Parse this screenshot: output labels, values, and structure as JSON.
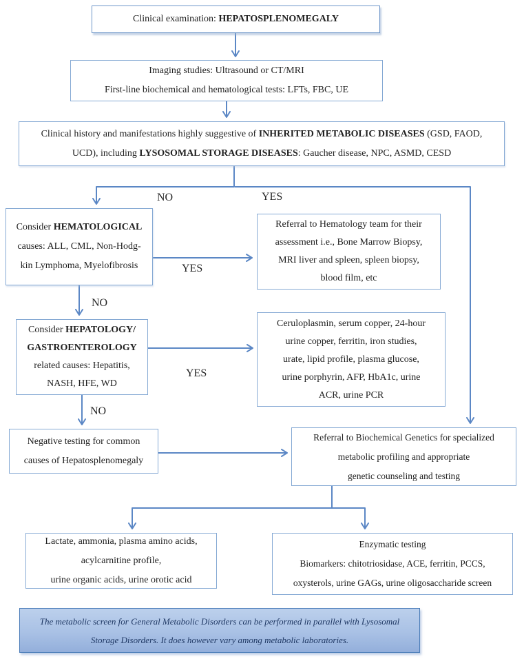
{
  "title": "Hepatosplenomegaly diagnostic flowchart",
  "colors": {
    "connector_line": "#5b87c5",
    "box_border": "#85a9d4",
    "title_box_border": "#6b94c8",
    "text": "#212121",
    "note_border": "#4a7cb8",
    "note_background_top": "#bcd0ec",
    "note_background_bottom": "#93afdb",
    "note_text": "#1f3864"
  },
  "labels": {
    "branch_no": "NO",
    "branch_yes": "YES",
    "hematology_yes": "YES",
    "hematology_no": "NO",
    "hepatology_yes": "YES",
    "hepatology_no": "NO"
  },
  "nodes": {
    "clinical_exam": {
      "prefix": "Clinical examination: ",
      "bold": "HEPATOSPLENOMEGALY"
    },
    "imaging": {
      "l1": "Imaging studies: Ultrasound or CT/MRI",
      "l2": "First-line biochemical and hematological tests: LFTs, FBC, UE"
    },
    "history": {
      "l1a": "Clinical history and manifestations highly suggestive of ",
      "l1b": "INHERITED METABOLIC DISEASES",
      "l1c": " (GSD, FAOD,",
      "l2a": "UCD), including ",
      "l2b": "LYSOSOMAL STORAGE DISEASES",
      "l2c": ": Gaucher disease, NPC, ASMD, CESD"
    },
    "hematological": {
      "l1a": "Consider ",
      "l1b": "HEMATOLOGICAL",
      "l2": "causes: ALL, CML, Non-Hodg-",
      "l3": "kin Lymphoma, Myelofibrosis"
    },
    "hematology_referral": {
      "l1": "Referral to Hematology team for their",
      "l2": "assessment i.e., Bone Marrow Biopsy,",
      "l3": "MRI liver and spleen, spleen biopsy,",
      "l4": "blood film, etc"
    },
    "hepatology": {
      "l1a": "Consider ",
      "l1b": "HEPATOLOGY/",
      "l2b": "GASTROENTEROLOGY",
      "l3": "related causes: Hepatitis,",
      "l4": "NASH, HFE, WD"
    },
    "biochem_tests": {
      "l1": "Ceruloplasmin, serum copper, 24-hour",
      "l2": "urine copper, ferritin, iron studies,",
      "l3": "urate, lipid profile, plasma glucose,",
      "l4": "urine porphyrin, AFP, HbA1c, urine",
      "l5": "ACR, urine PCR"
    },
    "negative_testing": {
      "l1": "Negative testing for common",
      "l2": "causes of Hepatosplenomegaly"
    },
    "genetics_referral": {
      "l1": "Referral to Biochemical Genetics for specialized",
      "l2": "metabolic profiling and appropriate",
      "l3": "genetic counseling and testing"
    },
    "metabolic_screen": {
      "l1": "Lactate, ammonia, plasma amino acids,",
      "l2": "acylcarnitine profile,",
      "l3": "urine organic acids, urine orotic acid"
    },
    "enzymatic_testing": {
      "l1": "Enzymatic testing",
      "l2": "Biomarkers: chitotriosidase, ACE, ferritin, PCCS,",
      "l3": "oxysterols, urine GAGs, urine oligosaccharide screen"
    },
    "note": {
      "l1": "The metabolic screen for General Metabolic Disorders can be performed in parallel with Lysosomal",
      "l2": "Storage Disorders. It does however vary among metabolic laboratories."
    }
  }
}
